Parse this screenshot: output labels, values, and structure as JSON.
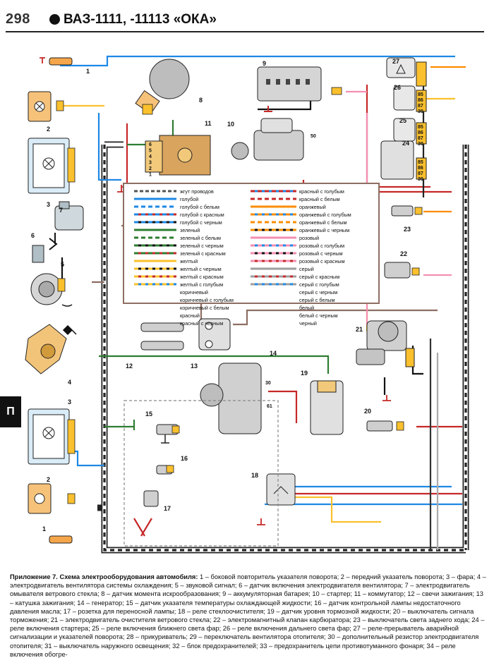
{
  "header": {
    "page_number": "298",
    "title": "ВАЗ-1111, -11113 «ОКА»"
  },
  "side_tab": "П",
  "diagram": {
    "component_numbers": [
      "1",
      "2",
      "3",
      "4",
      "5",
      "6",
      "7",
      "8",
      "9",
      "10",
      "11",
      "12",
      "13",
      "14",
      "15",
      "16",
      "17",
      "18",
      "19",
      "20",
      "21",
      "22",
      "23",
      "24",
      "25",
      "26",
      "27",
      "1",
      "2",
      "3"
    ],
    "relay_pins": [
      "85",
      "86",
      "87",
      "30"
    ],
    "block_pins": [
      "6",
      "5",
      "4",
      "3",
      "2",
      "1"
    ],
    "terminal_labels": [
      "50",
      "30",
      "61"
    ],
    "legend": {
      "left": [
        "жгут проводов",
        "голубой",
        "голубой с белым",
        "голубой с красным",
        "голубой с черным",
        "зеленый",
        "зеленый с белым",
        "зеленый с черным",
        "зеленый с красным",
        "желтый",
        "желтый с черным",
        "желтый с красным",
        "желтый с голубым",
        "коричневый",
        "коричневый с голубым",
        "коричневый с белым",
        "красный",
        "красный с черным"
      ],
      "right": [
        "красный с голубым",
        "красный с белым",
        "оранжевый",
        "оранжевый с голубым",
        "оранжевый с белым",
        "оранжевый с черным",
        "розовый",
        "розовый с голубым",
        "розовый с черным",
        "розовый с красным",
        "серый",
        "серый с красным",
        "серый с голубым",
        "серый с черным",
        "серый с белым",
        "белый",
        "белый с черным",
        "черный"
      ]
    }
  },
  "caption": {
    "lead": "Приложение 7. Схема электрооборудования автомобиля:",
    "text": " 1 – боковой повторитель указателя поворота; 2 – передний указатель поворота; 3 – фара; 4 – электродвигатель вентилятора системы охлаждения; 5 – звуковой сигнал; 6 – датчик включения электродвигателя вентилятора; 7 – электродвигатель омывателя ветрового стекла; 8 – датчик момента искрообразования; 9 – аккумуляторная батарея; 10 – стартер; 11 – коммутатор; 12 – свечи зажигания; 13 – катушка зажигания; 14 – генератор; 15 – датчик указателя температуры охлаждающей жидкости; 16 – датчик контрольной лампы недостаточного давления масла; 17 – розетка для переносной лампы; 18 – реле стеклоочистителя; 19 – датчик уровня тормозной жидкости; 20 – выключатель сигнала торможения; 21 – электродвигатель очистителя ветрового стекла; 22 – электромагнитный клапан карбюратора; 23 – выключатель света заднего хода; 24 – реле включения стартера; 25 – реле включения ближнего света фар; 26 – реле включения дальнего света фар; 27 – реле-прерыватель аварийной сигнализации и указателей поворота; 28 – прикуриватель; 29 – переключатель вентилятора отопителя; 30 – дополнительный резистор электродвигателя отопителя; 31 – выключатель наружного освещения; 32 – блок предохранителей; 33 – предохранитель цепи противотуманного фонаря; 34 – реле включения обогре-"
  }
}
